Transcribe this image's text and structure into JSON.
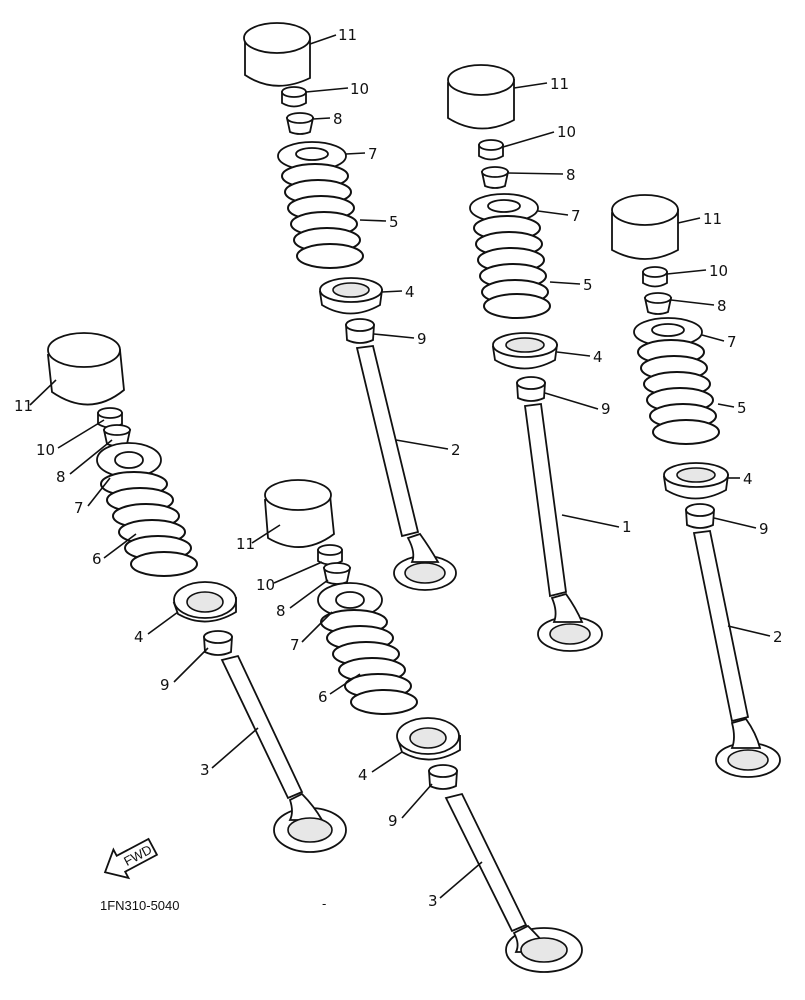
{
  "diagram_code": "1FN310-5040",
  "dash": "-",
  "front_label": "FWD",
  "callouts": {
    "a11": "11",
    "a10": "10",
    "a8": "8",
    "a7": "7",
    "a5": "5",
    "a4": "4",
    "a9": "9",
    "a2": "2",
    "b11": "11",
    "b10": "10",
    "b8": "8",
    "b7": "7",
    "b5": "5",
    "b4": "4",
    "b9": "9",
    "b1": "1",
    "c11": "11",
    "c10": "10",
    "c8": "8",
    "c7": "7",
    "c5": "5",
    "c4": "4",
    "c9": "9",
    "c2": "2",
    "d11": "11",
    "d10": "10",
    "d8": "8",
    "d7": "7",
    "d6": "6",
    "d4": "4",
    "d9": "9",
    "d3": "3",
    "e11": "11",
    "e10": "10",
    "e8": "8",
    "e7": "7",
    "e6": "6",
    "e4": "4",
    "e9": "9",
    "e3": "3"
  }
}
